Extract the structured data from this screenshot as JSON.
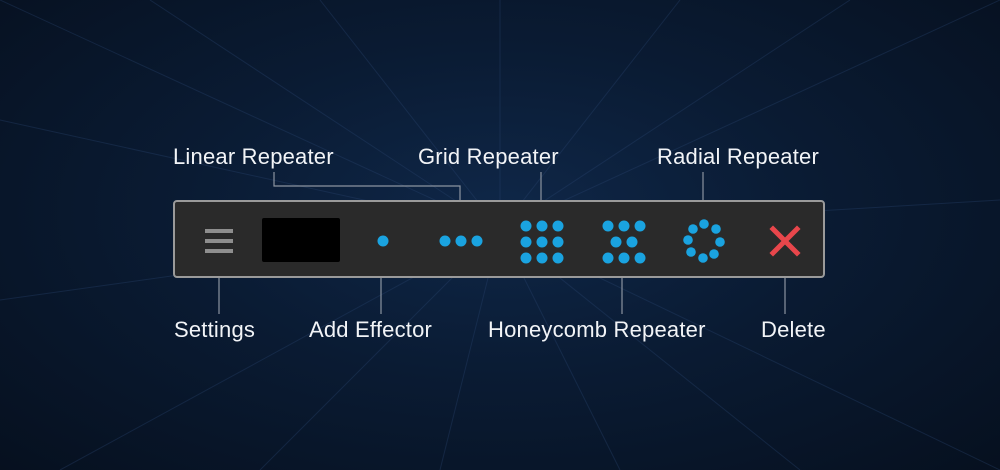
{
  "labels": {
    "linear_repeater": "Linear Repeater",
    "grid_repeater": "Grid Repeater",
    "radial_repeater": "Radial Repeater",
    "settings": "Settings",
    "add_effector": "Add Effector",
    "honeycomb_repeater": "Honeycomb Repeater",
    "delete": "Delete"
  },
  "icons": {
    "settings": "hamburger-menu-icon",
    "add_effector": "single-dot-icon",
    "linear_repeater": "three-dots-row-icon",
    "grid_repeater": "dot-grid-icon",
    "honeycomb_repeater": "honeycomb-dots-icon",
    "radial_repeater": "dot-ring-icon",
    "delete": "x-close-icon"
  },
  "colors": {
    "accent": "#1aa3e0",
    "delete": "#e8464b",
    "toolbar_bg": "#2a2a2a",
    "toolbar_border": "#9a9a9a",
    "label_text": "#f2f4f7",
    "callout_line": "#8c94a0"
  }
}
